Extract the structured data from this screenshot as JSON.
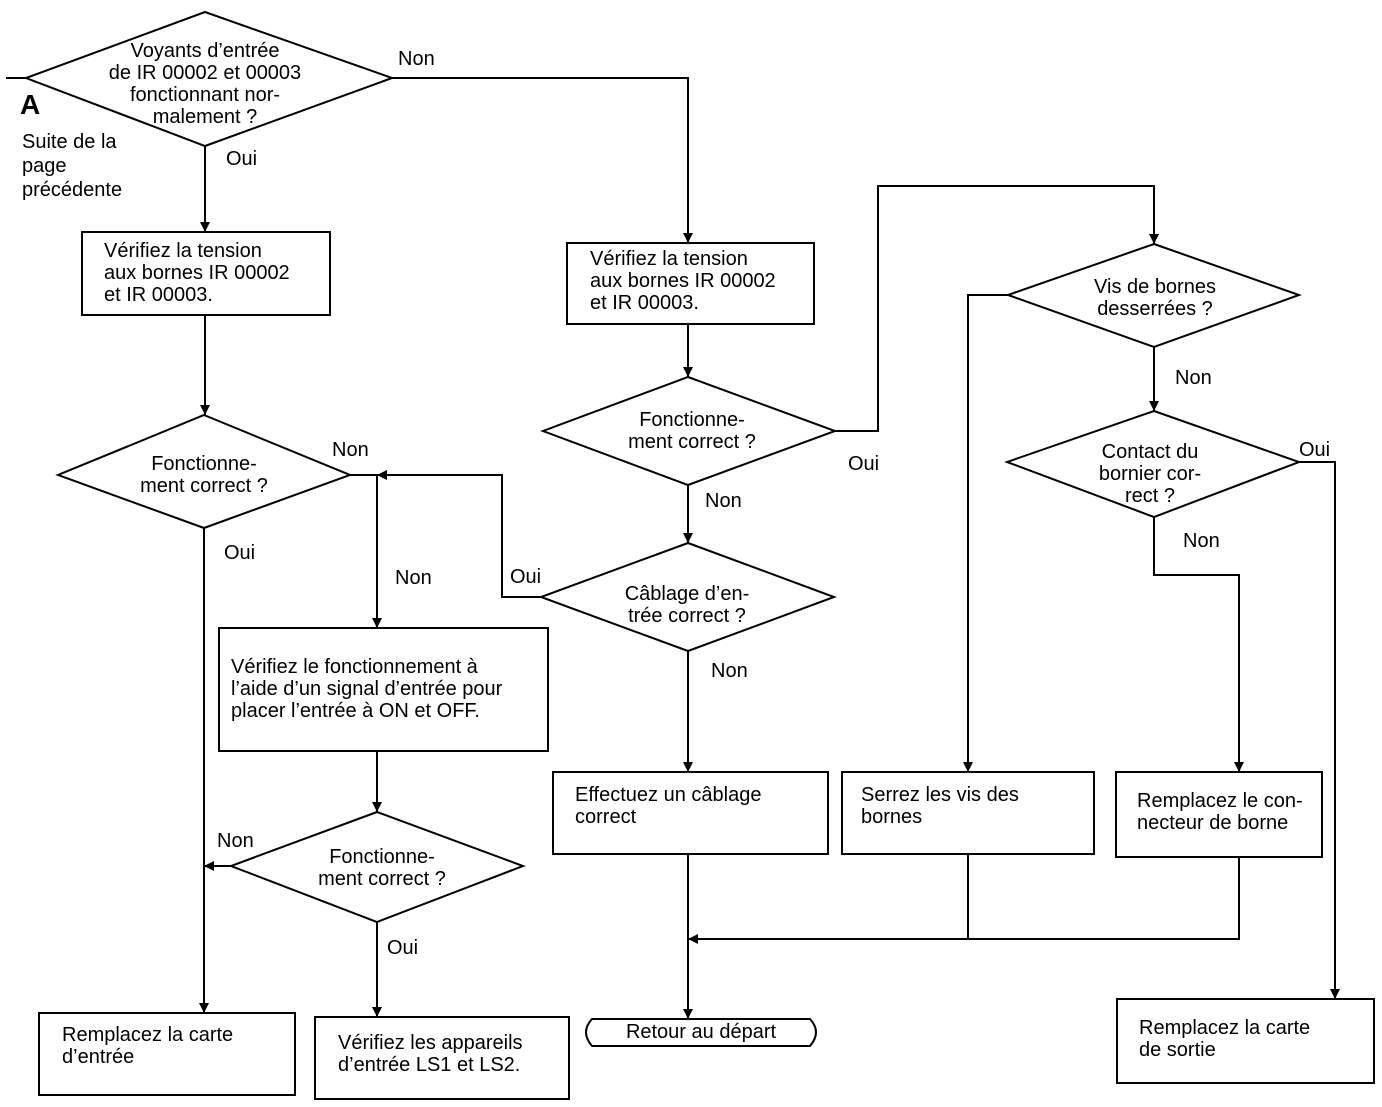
{
  "marker": "A",
  "continuation": "Suite de la\npage\nprécédente",
  "decisions": {
    "d1": "Voyants d’entrée\nde IR 00002 et 00003\nfonctionnant nor-\nmalement ?",
    "d2": "Fonctionne-\nment correct ?",
    "d3": "Fonctionne-\nment correct ?",
    "d4": "Câblage d’en-\ntrée correct ?",
    "d5": "Fonctionne-\nment correct ?",
    "d6": "Vis de bornes\ndesserrées ?",
    "d7": "Contact du\nbornier cor-\nrect ?"
  },
  "processes": {
    "p1": "Vérifiez la tension\naux bornes IR 00002\net IR 00003.",
    "p2": "Vérifiez la tension\naux bornes IR 00002\net IR 00003.",
    "p3": "Vérifiez le fonctionnement à\nl’aide d’un signal d’entrée pour\nplacer l’entrée à ON et OFF.",
    "p4": "Effectuez un câblage\ncorrect",
    "p5": "Serrez les vis des\nbornes",
    "p6": "Remplacez le con-\nnecteur de borne",
    "p7": "Remplacez la carte\nd’entrée",
    "p8": "Vérifiez les appareils\nd’entrée LS1 et LS2.",
    "p9": "Remplacez la carte\nde sortie"
  },
  "terminator": "Retour au départ",
  "branch_labels": {
    "yes": "Oui",
    "no": "Non"
  }
}
